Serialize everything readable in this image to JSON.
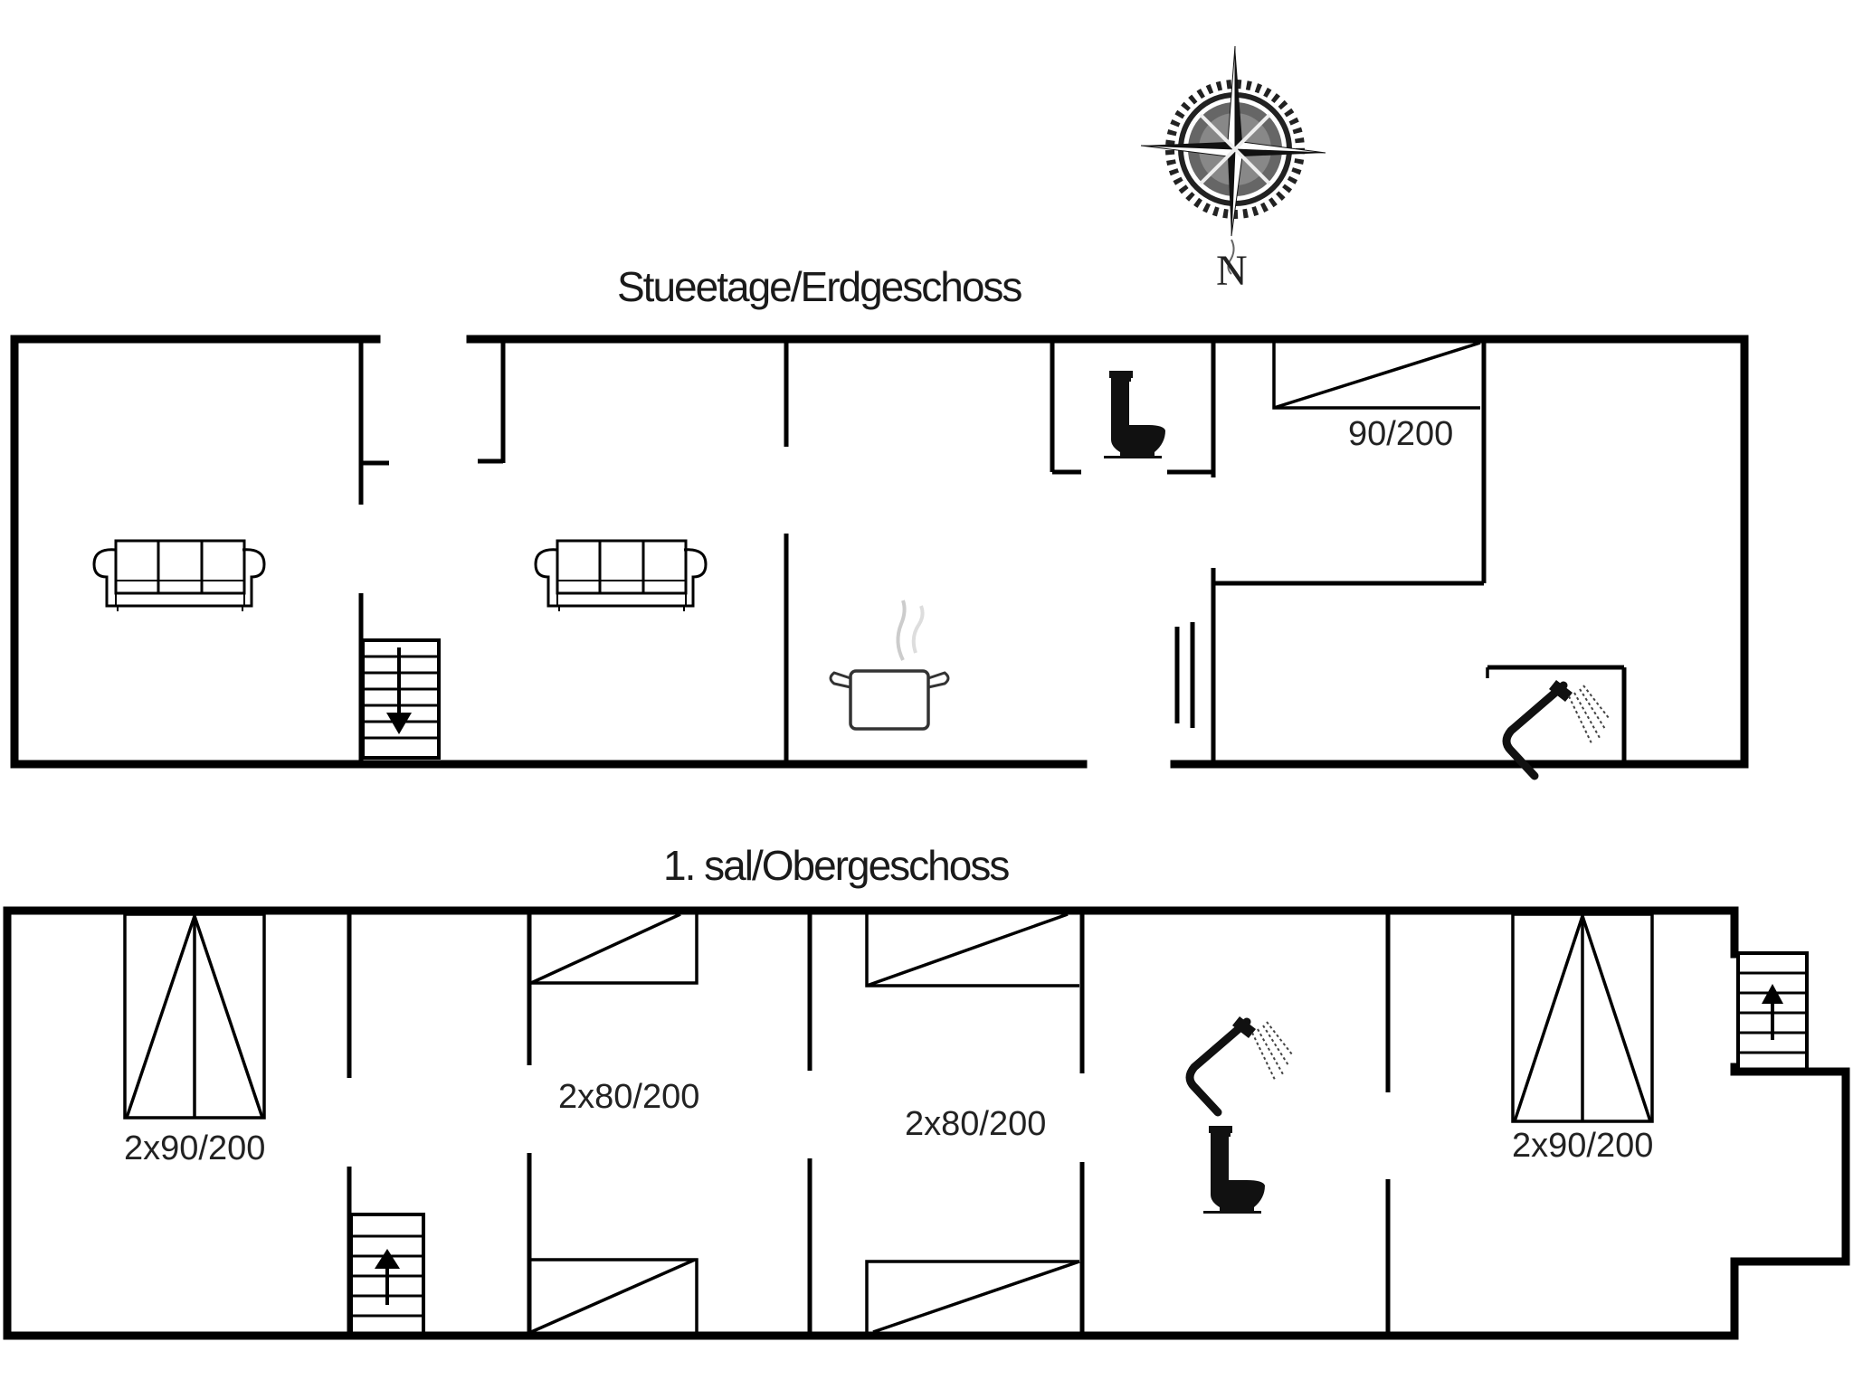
{
  "compass": {
    "label": "N",
    "icon": "compass-rose-icon"
  },
  "ground_floor": {
    "title": "Stueetage/Erdgeschoss",
    "rooms": [
      {
        "name": "living-room-west",
        "icon": "sofa-icon"
      },
      {
        "name": "living-room-middle",
        "icon": "sofa-icon"
      },
      {
        "name": "stairwell",
        "icon": "stairs-down-icon"
      },
      {
        "name": "kitchen",
        "icon": "cooking-pot-icon"
      },
      {
        "name": "toilet",
        "icon": "toilet-icon"
      },
      {
        "name": "bedroom",
        "icon": "bed-icon",
        "bed_label": "90/200"
      },
      {
        "name": "bathroom",
        "icon": "shower-icon"
      },
      {
        "name": "entrance",
        "icon": "door-icon"
      }
    ]
  },
  "upper_floor": {
    "title": "1. sal/Obergeschoss",
    "rooms": [
      {
        "name": "bedroom-1",
        "icon": "double-bed-icon",
        "bed_label": "2x90/200"
      },
      {
        "name": "stairwell",
        "icon": "stairs-up-icon"
      },
      {
        "name": "bedroom-2",
        "icon": "bunk-bed-icon",
        "bed_label": "2x80/200"
      },
      {
        "name": "bedroom-3",
        "icon": "bunk-bed-icon",
        "bed_label": "2x80/200"
      },
      {
        "name": "bathroom",
        "icons": [
          "shower-icon",
          "toilet-icon"
        ]
      },
      {
        "name": "bedroom-4",
        "icon": "double-bed-icon",
        "bed_label": "2x90/200"
      },
      {
        "name": "external-stairs",
        "icon": "stairs-up-icon"
      }
    ]
  }
}
